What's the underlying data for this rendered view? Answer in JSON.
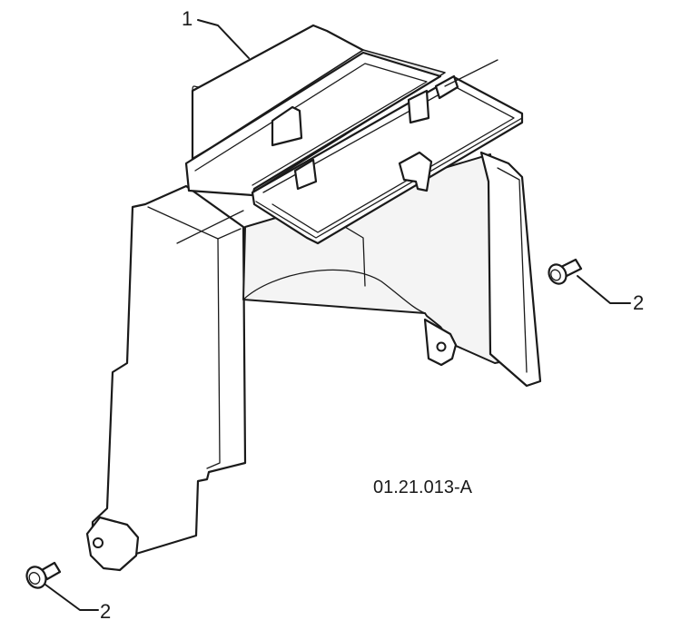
{
  "diagram": {
    "figure_id": "01.21.013-A",
    "callouts": [
      {
        "id": "callout-1",
        "label": "1"
      },
      {
        "id": "callout-2-right",
        "label": "2"
      },
      {
        "id": "callout-2-left",
        "label": "2"
      }
    ],
    "parts": [
      {
        "ref": "1",
        "kind": "bracket-duct-with-tray",
        "icon": "bracket-part-icon"
      },
      {
        "ref": "2",
        "kind": "flange-screw",
        "icon": "screw-icon"
      }
    ],
    "colors": {
      "line": "#1a1a1a",
      "background": "#ffffff",
      "shade": "#e9e9e9"
    }
  }
}
